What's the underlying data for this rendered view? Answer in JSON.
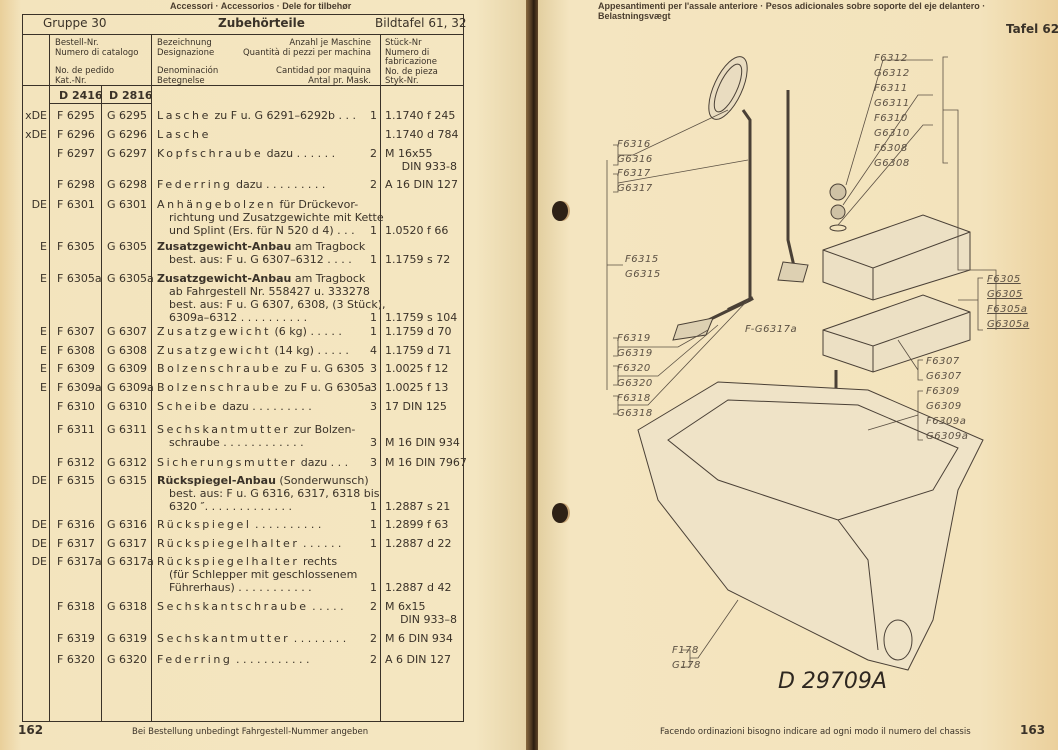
{
  "left_page": {
    "running_head": "Accessori · Accessorios · Dele for tilbehør",
    "header": {
      "group": "Gruppe 30",
      "title": "Zubehörteile",
      "plate": "Bildtafel 61, 32"
    },
    "columns": {
      "order_no": [
        "Bestell-Nr.",
        "Numero di catalogo",
        "No. de pedido",
        "Kat.-Nr."
      ],
      "designation": [
        "Bezeichnung",
        "Designazione",
        "Denominación",
        "Betegnelse"
      ],
      "quantity": [
        "Anzahl je Maschine",
        "Quantità di pezzi per machina",
        "Cantidad por maquina",
        "Antal pr. Mask."
      ],
      "part_no": [
        "Stück-Nr",
        "Numero di",
        "fabricazione",
        "No. de pieza",
        "Styk-Nr."
      ]
    },
    "models": [
      "D 2416",
      "D 2816"
    ],
    "rows": [
      {
        "mark": "xDE",
        "f": "F 6295",
        "g": "G 6295",
        "name": "Lasche",
        "bold": false,
        "text": " zu F u. G 6291–6292b . . .",
        "lines": [],
        "qty": "1",
        "stk": [
          "1.1740 f 245"
        ]
      },
      {
        "mark": "xDE",
        "f": "F 6296",
        "g": "G 6296",
        "name": "Lasche",
        "bold": false,
        "text": "",
        "lines": [],
        "qty": "",
        "stk": [
          "1.1740 d 784"
        ]
      },
      {
        "mark": "",
        "f": "F 6297",
        "g": "G 6297",
        "name": "Kopfschraube",
        "bold": false,
        "text": " dazu . . . . . .",
        "lines": [],
        "qty": "2",
        "stk": [
          "M 16x55",
          "DIN 933-8"
        ]
      },
      {
        "mark": "",
        "f": "F 6298",
        "g": "G 6298",
        "name": "Federring",
        "bold": false,
        "text": " dazu . . . . . . . . .",
        "lines": [],
        "qty": "2",
        "stk": [
          "A 16 DIN 127"
        ]
      },
      {
        "mark": "DE",
        "f": "F 6301",
        "g": "G 6301",
        "name": "Anhängebolzen",
        "bold": false,
        "text": " für Drückevor-",
        "lines": [
          "richtung und Zusatzgewichte mit Kette",
          "und Splint (Ers. für N 520 d 4) . . ."
        ],
        "qty": "1",
        "stk": [
          "1.0520 f 66"
        ]
      },
      {
        "mark": "E",
        "f": "F 6305",
        "g": "G 6305",
        "name": "Zusatzgewicht-Anbau",
        "bold": true,
        "text": " am Tragbock",
        "lines": [
          "best. aus: F u. G 6307–6312 . . . ."
        ],
        "qty": "1",
        "stk": [
          "1.1759 s 72"
        ]
      },
      {
        "mark": "E",
        "f": "F 6305a",
        "g": "G 6305a",
        "name": "Zusatzgewicht-Anbau",
        "bold": true,
        "text": " am Tragbock",
        "lines": [
          "ab Fahrgestell Nr. 558427 u. 333278",
          "best. aus: F u. G 6307, 6308, (3 Stück),",
          "6309a–6312  . . . . . . . . . ."
        ],
        "qty": "1",
        "stk": [
          "1.1759 s 104"
        ]
      },
      {
        "mark": "E",
        "f": "F 6307",
        "g": "G 6307",
        "name": "Zusatzgewicht",
        "bold": false,
        "text": " (6 kg) . . . . .",
        "lines": [],
        "qty": "1",
        "stk": [
          "1.1759 d 70"
        ]
      },
      {
        "mark": "E",
        "f": "F 6308",
        "g": "G 6308",
        "name": "Zusatzgewicht",
        "bold": false,
        "text": " (14 kg) . . . . .",
        "lines": [],
        "qty": "4",
        "stk": [
          "1.1759 d 71"
        ]
      },
      {
        "mark": "E",
        "f": "F 6309",
        "g": "G 6309",
        "name": "Bolzenschraube",
        "bold": false,
        "text": " zu F u. G 6305",
        "lines": [],
        "qty": "3",
        "stk": [
          "1.0025 f 12"
        ]
      },
      {
        "mark": "E",
        "f": "F 6309a",
        "g": "G 6309a",
        "name": "Bolzenschraube",
        "bold": false,
        "text": " zu F u. G 6305a",
        "lines": [],
        "qty": "3",
        "stk": [
          "1.0025 f 13"
        ]
      },
      {
        "mark": "",
        "f": "F 6310",
        "g": "G 6310",
        "name": "Scheibe",
        "bold": false,
        "text": " dazu . . . . . . . . .",
        "lines": [],
        "qty": "3",
        "stk": [
          "17 DIN 125"
        ]
      },
      {
        "mark": "",
        "f": "F 6311",
        "g": "G 6311",
        "name": "Sechskantmutter",
        "bold": false,
        "text": " zur Bolzen-",
        "lines": [
          "schraube . . . . . . . . . . . ."
        ],
        "qty": "3",
        "stk": [
          "M 16 DIN 934"
        ]
      },
      {
        "mark": "",
        "f": "F 6312",
        "g": "G 6312",
        "name": "Sicherungsmutter",
        "bold": false,
        "text": " dazu . . .",
        "lines": [],
        "qty": "3",
        "stk": [
          "M 16 DIN 7967"
        ]
      },
      {
        "mark": "DE",
        "f": "F 6315",
        "g": "G 6315",
        "name": "Rückspiegel-Anbau",
        "bold": true,
        "text": " (Sonderwunsch)",
        "lines": [
          "best. aus: F u. G 6316, 6317, 6318 bis",
          "6320 ″. . . . . . . . . . . . ."
        ],
        "qty": "1",
        "stk": [
          "1.2887 s 21"
        ]
      },
      {
        "mark": "DE",
        "f": "F 6316",
        "g": "G 6316",
        "name": "Rückspiegel",
        "bold": false,
        "text": " . . . . . . . . . .",
        "lines": [],
        "qty": "1",
        "stk": [
          "1.2899 f 63"
        ]
      },
      {
        "mark": "DE",
        "f": "F 6317",
        "g": "G 6317",
        "name": "Rückspiegelhalter",
        "bold": false,
        "text": " . . . . . .",
        "lines": [],
        "qty": "1",
        "stk": [
          "1.2887 d 22"
        ]
      },
      {
        "mark": "DE",
        "f": "F 6317a",
        "g": "G 6317a",
        "name": "Rückspiegelhalter",
        "bold": false,
        "text": " rechts",
        "lines": [
          "(für Schlepper mit geschlossenem",
          "Führerhaus)  . . . . . . . . . . ."
        ],
        "qty": "1",
        "stk": [
          "1.2887 d 42"
        ]
      },
      {
        "mark": "",
        "f": "F 6318",
        "g": "G 6318",
        "name": "Sechskantschraube",
        "bold": false,
        "text": " . . . . .",
        "lines": [],
        "qty": "2",
        "stk": [
          "M 6x15",
          "DIN 933–8"
        ]
      },
      {
        "mark": "",
        "f": "F 6319",
        "g": "G 6319",
        "name": "Sechskantmutter",
        "bold": false,
        "text": " . . . . . . . .",
        "lines": [],
        "qty": "2",
        "stk": [
          "M 6 DIN 934"
        ]
      },
      {
        "mark": "",
        "f": "F 6320",
        "g": "G 6320",
        "name": "Federring",
        "bold": false,
        "text": " . . . . . . . . . . .",
        "lines": [],
        "qty": "2",
        "stk": [
          "A 6 DIN 127"
        ]
      }
    ],
    "page_number": "162",
    "footer": "Bei Bestellung unbedingt Fahrgestell-Nummer angeben"
  },
  "right_page": {
    "running_head": "Appesantimenti per l'assale anteriore · Pesos adicionales sobre soporte del eje delantero · Belastningsvægt",
    "plate": "Tafel 62",
    "labels": {
      "top": [
        "F6312",
        "G6312",
        "F6311",
        "G6311",
        "F6310",
        "G6310",
        "F6308",
        "G6308"
      ],
      "mirror": [
        "F6316",
        "G6316",
        "F6317",
        "G6317"
      ],
      "assembly": [
        "F6315",
        "G6315"
      ],
      "bracket_parts": [
        "F6319",
        "G6319",
        "F6320",
        "G6320",
        "F6318",
        "G6318"
      ],
      "holder": "F-G6317a",
      "weight_assembly": [
        "F6305",
        "G6305",
        "F6305a",
        "G6305a"
      ],
      "weights": [
        "F6307",
        "G6307",
        "F6309",
        "G6309",
        "F6309a",
        "G6309a"
      ],
      "frame": [
        "F178",
        "G178"
      ]
    },
    "drawing_no": "D 29709A",
    "footer": "Facendo ordinazioni bisogno indicare ad ogni modo il numero del chassis",
    "page_number": "163"
  }
}
